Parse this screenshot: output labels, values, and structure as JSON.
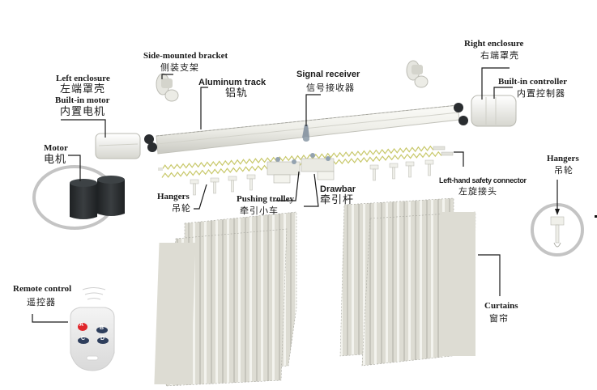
{
  "diagram": {
    "colors": {
      "line": "#1a1a1a",
      "part_light": "#f1f1ec",
      "part_shadow": "#c9c9c2",
      "curtain": "#dddcd3",
      "motor": "#2c2f31",
      "circle": "#c4c4c4",
      "spring": "#c8c86a",
      "remote_red": "#e0262b",
      "remote_blue": "#2e3e5c"
    },
    "labels": {
      "side_bracket": {
        "en": "Side-mounted bracket",
        "cn": "侧装支架"
      },
      "left_enclosure": {
        "en": "Left enclosure",
        "cn": "左端罩壳"
      },
      "builtin_motor": {
        "en": "Built-in motor",
        "cn": "内置电机"
      },
      "aluminum_track": {
        "en": "Aluminum track",
        "cn": "铝轨"
      },
      "signal_receiver": {
        "en": "Signal receiver",
        "cn": "信号接收器"
      },
      "right_enclosure": {
        "en": "Right enclosure",
        "cn": "右端罩壳"
      },
      "builtin_controller": {
        "en": "Built-in controller",
        "cn": "内置控制器"
      },
      "motor": {
        "en": "Motor",
        "cn": "电机"
      },
      "left_safety_connector": {
        "en": "Left-hand safety connector",
        "cn": "左旋接头"
      },
      "hangers_left": {
        "en": "Hangers",
        "cn": "吊轮"
      },
      "pushing_trolley": {
        "en": "Pushing trolley",
        "cn": "牵引小车"
      },
      "drawbar": {
        "en": "Drawbar",
        "cn": "牵引杆"
      },
      "hangers_right": {
        "en": "Hangers",
        "cn": "吊轮"
      },
      "remote_control": {
        "en": "Remote control",
        "cn": "遥控器"
      },
      "curtains": {
        "en": "Curtains",
        "cn": "窗帘"
      }
    },
    "remote_buttons": [
      "A",
      "B",
      "C",
      "D"
    ]
  }
}
